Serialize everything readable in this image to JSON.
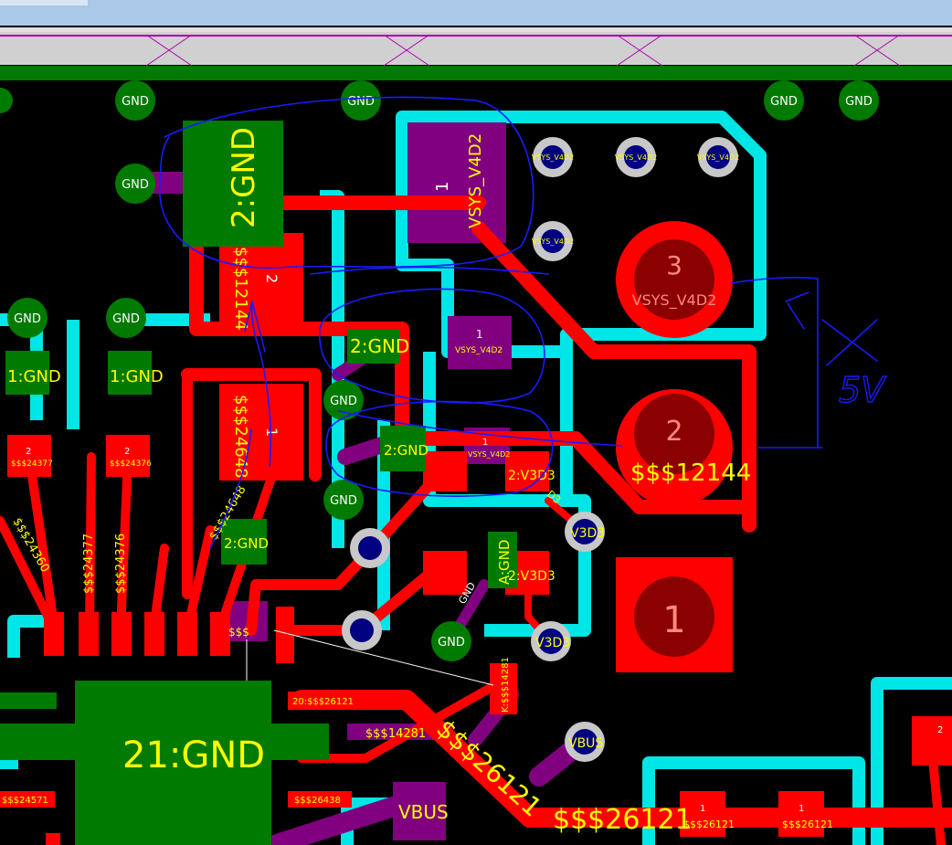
{
  "colors": {
    "background": "#000000",
    "top_layer_copper": "#ff0000",
    "bottom_layer_copper": "#800080",
    "keepout_outline": "#00e5e5",
    "gnd_pour": "#007a00",
    "via_ring": "#c8c8c8",
    "via_hole": "#000080",
    "label_text": "#ffff00",
    "pad_number_text": "#ffffff",
    "annotation_ink": "#1a1aff",
    "window_bar": "#aac8e8"
  },
  "labels": {
    "gnd": "GND",
    "pad_2_gnd": "2:GND",
    "pad_1_gnd": "1:GND",
    "pad_21_gnd": "21:GND",
    "pad_a_gnd": "A:GND",
    "net_vsys": "VSYS_V4D2",
    "net_v3d3": "V3D3",
    "pad_2_v3d3": "2:V3D3",
    "net_vbus": "VBUS",
    "net_12144": "$$$12144",
    "net_24648": "$$$24648",
    "net_24377": "$$$24377",
    "net_24376": "$$$24376",
    "net_24360": "$$$24360",
    "net_26121": "$$$26121",
    "net_14281": "$$$14281",
    "pad_k_14281": "K:$$$14281",
    "pad_20_26121": "20:$$$26121",
    "net_26438": "$$$26438",
    "net_24571": "$$$24571",
    "pad_1": "1",
    "pad_2": "2",
    "pad_3": "3",
    "net_short": "$$$",
    "net_d3": "D3"
  },
  "annotation": {
    "handwriting": "5V"
  }
}
